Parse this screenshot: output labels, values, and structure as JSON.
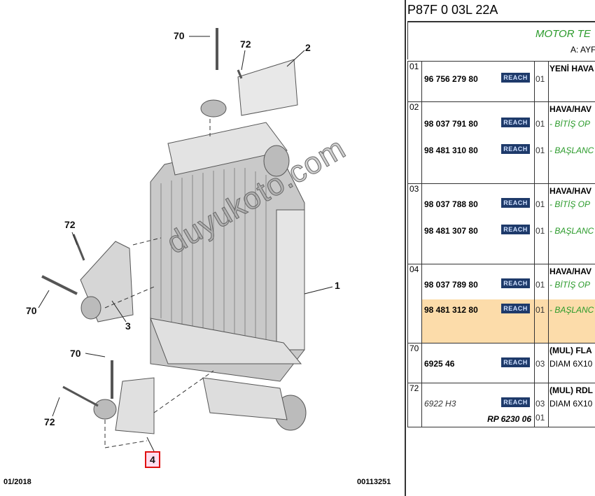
{
  "diagram": {
    "callouts": [
      "70",
      "72",
      "2",
      "72",
      "70",
      "3",
      "1",
      "70",
      "72",
      "4"
    ],
    "date": "01/2018",
    "ref": "00113251",
    "watermark": "duyukoto.com"
  },
  "table": {
    "code": "P87F 0 03L 22A",
    "header_title": "MOTOR TE",
    "header_sub": "A: AYF",
    "reach_label": "REACH",
    "rows": [
      {
        "idx": "01",
        "lines": [
          {
            "part": "96 756 279 80",
            "qty": "01",
            "desc": "YENİ HAVA"
          }
        ]
      },
      {
        "idx": "02",
        "title": "HAVA/HAV",
        "lines": [
          {
            "part": "98 037 791 80",
            "qty": "01",
            "desc": "- BİTİŞ OP"
          },
          {
            "part": "98 481 310 80",
            "qty": "01",
            "desc": "- BAŞLANC"
          }
        ]
      },
      {
        "idx": "03",
        "title": "HAVA/HAV",
        "lines": [
          {
            "part": "98 037 788 80",
            "qty": "01",
            "desc": "- BİTİŞ OP"
          },
          {
            "part": "98 481 307 80",
            "qty": "01",
            "desc": "- BAŞLANC"
          }
        ]
      },
      {
        "idx": "04",
        "title": "HAVA/HAV",
        "lines": [
          {
            "part": "98 037 789 80",
            "qty": "01",
            "desc": "- BİTİŞ OP"
          },
          {
            "part": "98 481 312 80",
            "qty": "01",
            "desc": "- BAŞLANC",
            "highlighted": true
          }
        ]
      },
      {
        "idx": "70",
        "title": "(MUL) FLA",
        "lines": [
          {
            "part": "6925 46",
            "qty": "03",
            "desc": "DIAM 6X10"
          }
        ]
      },
      {
        "idx": "72",
        "title": "(MUL) RDL",
        "lines": [
          {
            "part": "6922 H3",
            "qty": "03",
            "desc": "DIAM 6X10"
          }
        ],
        "rp": "RP 6230 06",
        "rp_qty": "01"
      }
    ],
    "highlight_color": "#fcdcaa"
  }
}
